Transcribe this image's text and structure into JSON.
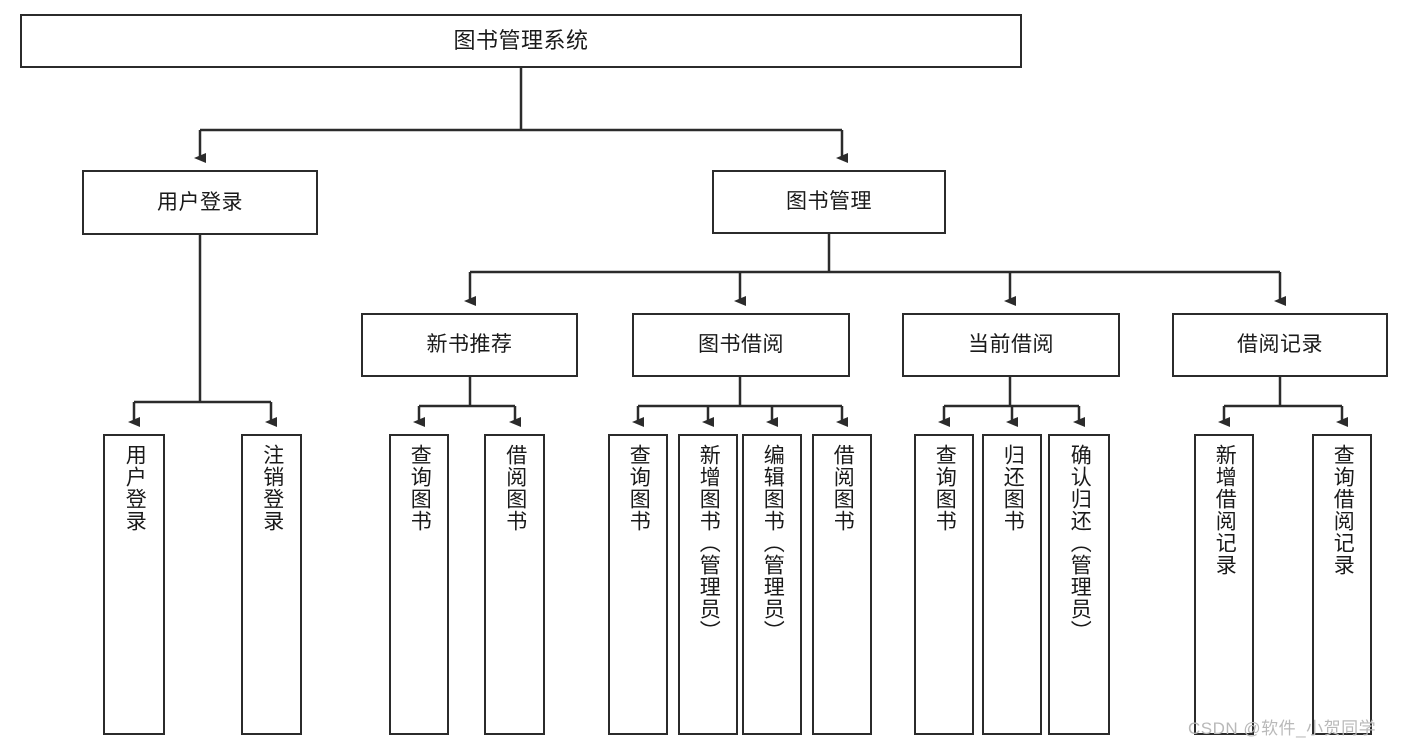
{
  "diagram": {
    "title": "图书管理系统",
    "type": "tree-diagram",
    "root": {
      "label": "图书管理系统"
    },
    "level2": [
      {
        "label": "用户登录"
      },
      {
        "label": "图书管理"
      }
    ],
    "level3": [
      {
        "label": "新书推荐"
      },
      {
        "label": "图书借阅"
      },
      {
        "label": "当前借阅"
      },
      {
        "label": "借阅记录"
      }
    ],
    "leaves": {
      "user_login": [
        {
          "label": "用户登录"
        },
        {
          "label": "注销登录"
        }
      ],
      "new_book_recommend": [
        {
          "label": "查询图书"
        },
        {
          "label": "借阅图书"
        }
      ],
      "book_borrow": [
        {
          "label": "查询图书"
        },
        {
          "label": "新增图书（管理员）"
        },
        {
          "label": "编辑图书（管理员）"
        },
        {
          "label": "借阅图书"
        }
      ],
      "current_borrow": [
        {
          "label": "查询图书"
        },
        {
          "label": "归还图书"
        },
        {
          "label": "确认归还（管理员）"
        }
      ],
      "borrow_record": [
        {
          "label": "新增借阅记录"
        },
        {
          "label": "查询借阅记录"
        }
      ]
    }
  },
  "watermark": {
    "text": "CSDN @软件_小贺同学"
  },
  "colors": {
    "border": "#2b2b2b",
    "text": "#1a1a1a",
    "background": "#ffffff",
    "watermark": "#b9b9b9"
  }
}
